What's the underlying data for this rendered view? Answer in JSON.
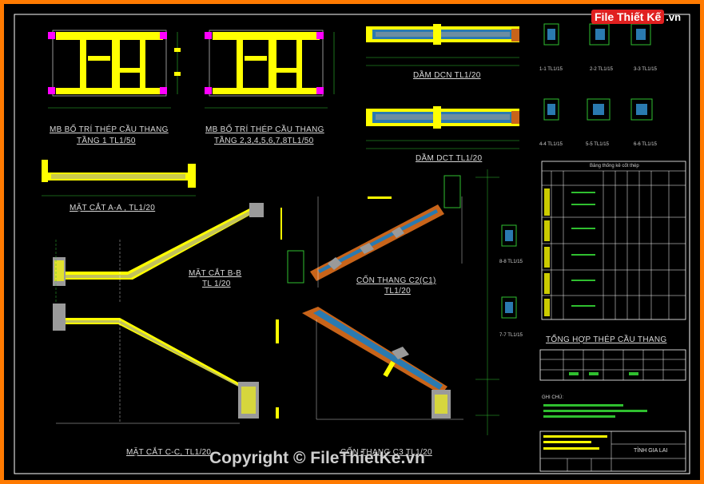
{
  "logo": {
    "text": "File Thiết Kế",
    "suffix": ".vn"
  },
  "watermark": "Copyright © FileThietKe.vn",
  "views": {
    "plan_1_line1": "MB BỐ TRÍ THÉP CẦU THANG",
    "plan_1_line2": "TẦNG 1  TL1/50",
    "plan_2_line1": "MB BỐ TRÍ THÉP CẦU THANG",
    "plan_2_line2": "TẦNG 2,3,4,5,6,7,8TL1/50",
    "beam_dcn": "DẦM DCN  TL1/20",
    "beam_dct": "DẦM DCT  TL1/20",
    "section_aa": "MẶT CẮT A-A , TL1/20",
    "section_bb_1": "MẶT CẮT B-B",
    "section_bb_2": "TL 1/20",
    "flight_c2_1": "CỐN THANG C2(C1)",
    "flight_c2_2": "TL1/20",
    "section_cc": "MẶT CẮT C-C, TL1/20",
    "flight_c3": "CỐN THANG C3  TL1/20",
    "steel_summary": "TỔNG HỢP THÉP CẦU THANG",
    "steel_table_title": "Bảng thống kê cốt thép",
    "notes_title": "GHI CHÚ:",
    "title_block_name": "TỈNH GIA LAI"
  },
  "small_sections": [
    "1-1  TL1/15",
    "2-2  TL1/15",
    "3-3  TL1/15",
    "4-4  TL1/15",
    "5-5  TL1/15",
    "6-6  TL1/15",
    "8-8  TL1/15",
    "7-7  TL1/15"
  ],
  "colors": {
    "frame": "#ff7a00",
    "rebar": "#ffff00",
    "concrete": "#9a9a9a",
    "detail_blue": "#2a7ab0",
    "flight_orange": "#c8641a",
    "dims": "#2fbf2f",
    "column": "#ff00ff"
  }
}
